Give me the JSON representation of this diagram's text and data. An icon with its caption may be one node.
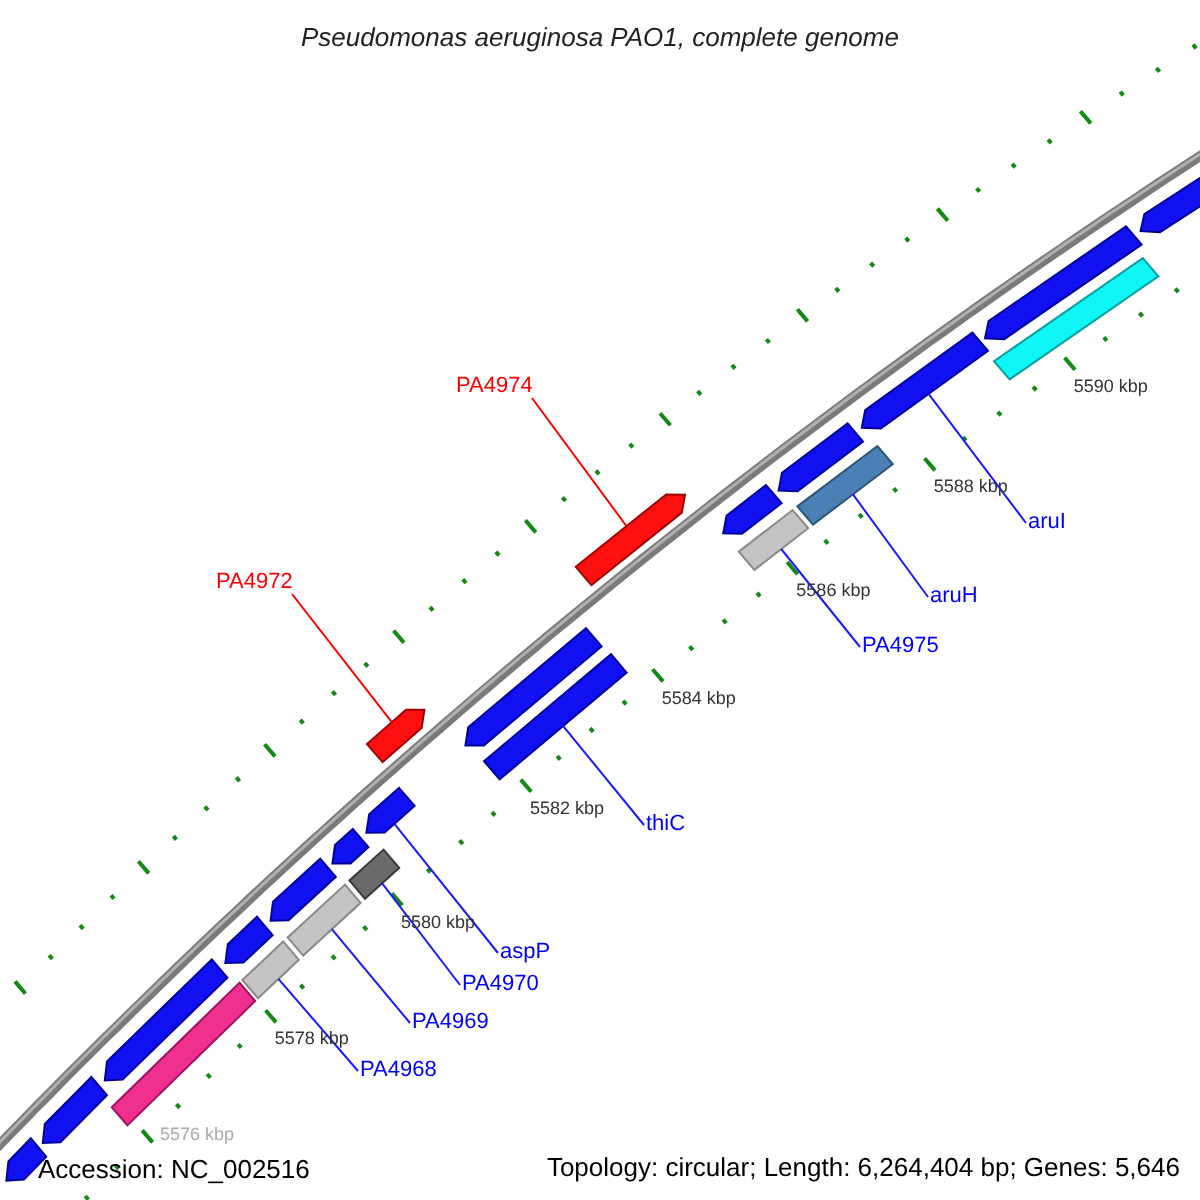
{
  "diagram": {
    "title": "Pseudomonas aeruginosa PAO1, complete genome",
    "nodes": [
      {
        "text": [
          "PA4974"
        ]
      },
      {
        "text": [
          "PA4972"
        ]
      },
      {
        "text": [
          "aruI"
        ]
      },
      {
        "text": [
          "aruH"
        ]
      },
      {
        "text": [
          "PA4975"
        ]
      },
      {
        "text": [
          "thiC"
        ]
      },
      {
        "text": [
          "aspP"
        ]
      },
      {
        "text": [
          "PA4970"
        ]
      },
      {
        "text": [
          "PA4969"
        ]
      },
      {
        "text": [
          "PA4968"
        ]
      },
      {
        "text": [],
        "shape": "arrow"
      },
      {
        "text": [],
        "shape": "arrow"
      },
      {
        "text": [],
        "shape": "bar"
      },
      {
        "text": [],
        "shape": "arrow"
      },
      {
        "text": [],
        "shape": "arrow"
      },
      {
        "text": [],
        "shape": "bar"
      },
      {
        "text": [],
        "shape": "arrow"
      },
      {
        "text": [],
        "shape": "bar"
      },
      {
        "text": [],
        "shape": "arrow"
      },
      {
        "text": [],
        "shape": "bar"
      },
      {
        "text": [],
        "shape": "arrow"
      },
      {
        "text": [],
        "shape": "arrow"
      },
      {
        "text": [],
        "shape": "arrow"
      },
      {
        "text": [],
        "shape": "bar"
      },
      {
        "text": [],
        "shape": "arrow"
      },
      {
        "text": [],
        "shape": "arrow"
      },
      {
        "text": [],
        "shape": "bar"
      },
      {
        "text": [],
        "shape": "arrow"
      },
      {
        "text": [],
        "shape": "bar"
      },
      {
        "text": [],
        "shape": "arrow"
      },
      {
        "text": [],
        "shape": "bar"
      },
      {
        "text": [],
        "shape": "arrow"
      },
      {
        "text": [],
        "shape": "arrow"
      }
    ],
    "edges": [
      {
        "from": 0,
        "to": 24,
        "arrow": "none",
        "color": "#ff0000"
      },
      {
        "from": 1,
        "to": 21,
        "arrow": "none",
        "color": "#ff0000"
      },
      {
        "from": 2,
        "to": 29,
        "arrow": "none"
      },
      {
        "from": 3,
        "to": 28,
        "arrow": "none"
      },
      {
        "from": 4,
        "to": 26,
        "arrow": "none"
      },
      {
        "from": 5,
        "to": 23,
        "arrow": "none"
      },
      {
        "from": 6,
        "to": 20,
        "arrow": "none"
      },
      {
        "from": 7,
        "to": 19,
        "arrow": "none"
      },
      {
        "from": 8,
        "to": 17,
        "arrow": "none"
      },
      {
        "from": 9,
        "to": 15,
        "arrow": "none"
      }
    ],
    "labels": [
      "5576 kbp",
      "5578 kbp",
      "5580 kbp",
      "5582 kbp",
      "5584 kbp",
      "5586 kbp",
      "5588 kbp",
      "5590 kbp",
      "Accession: NC_002516",
      "Topology: circular; Length: 6,264,404 bp; Genes: 5,646"
    ]
  }
}
